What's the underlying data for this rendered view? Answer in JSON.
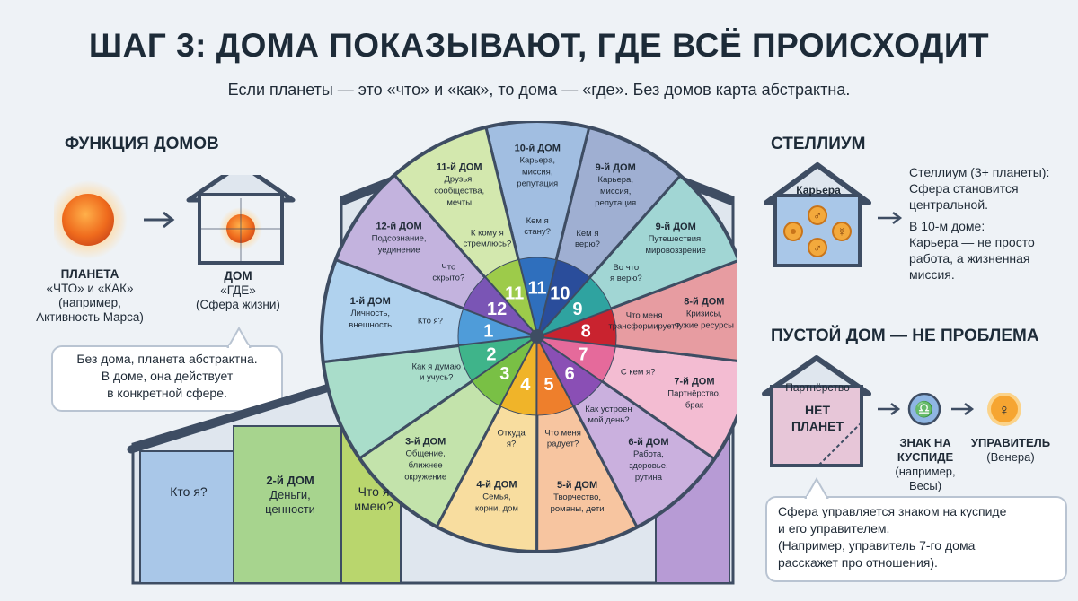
{
  "title": "ШАГ 3: ДОМА ПОКАЗЫВАЮТ, ГДЕ ВСЁ ПРОИСХОДИТ",
  "subtitle": "Если планеты — это «что» и «как», то дома — «где». Без домов карта абстрактна.",
  "left": {
    "heading": "ФУНКЦИЯ ДОМОВ",
    "planet_caption": [
      "ПЛАНЕТА",
      "«ЧТО» и «КАК»",
      "(например,",
      "Активность Марса)"
    ],
    "house_caption": [
      "ДОМ",
      "«ГДЕ»",
      "(Сфера жизни)"
    ],
    "bubble": [
      "Без дома, планета абстрактна.",
      "В доме, она действует",
      "в конкретной сфере."
    ]
  },
  "stellium": {
    "heading": "СТЕЛЛИУМ",
    "house_label": "Карьера",
    "text1": [
      "Стеллиум (3+ планеты):",
      "Сфера становится",
      "центральной."
    ],
    "text2": [
      "В 10-м доме:",
      "Карьера — не просто",
      "работа, а жизненная",
      "миссия."
    ]
  },
  "empty_house": {
    "heading": "ПУСТОЙ ДОМ — НЕ ПРОБЛЕМА",
    "house_label": "Партнёрство",
    "center_text": [
      "НЕТ",
      "ПЛАНЕТ"
    ],
    "sign_caption": [
      "ЗНАК НА",
      "КУСПИДЕ",
      "(например,",
      "Весы)"
    ],
    "ruler_caption": [
      "УПРАВИТЕЛЬ",
      "(Венера)"
    ],
    "bubble": [
      "Сфера управляется знаком на куспиде",
      "и его управителем.",
      "(Например, управитель 7-го дома",
      "расскажет про отношения)."
    ]
  },
  "bottom_rooms": [
    {
      "text": [
        "Кто я?"
      ]
    },
    {
      "text": [
        "2-й ДОМ",
        "Деньги,",
        "ценности"
      ]
    },
    {
      "text": [
        "Что я",
        "имею?"
      ]
    }
  ],
  "wheel": {
    "segments": [
      {
        "num": "1",
        "color": "#4f9cd9",
        "title": "1-й ДОМ",
        "desc": [
          "Личность,",
          "внешность"
        ],
        "question": [
          "Кто я?"
        ]
      },
      {
        "num": "2",
        "color": "#3fb48a",
        "title": "",
        "desc": [],
        "question": [
          "Как я думаю",
          "и учусь?"
        ]
      },
      {
        "num": "3",
        "color": "#79c045",
        "title": "3-й ДОМ",
        "desc": [
          "Общение,",
          "ближнее",
          "окружение"
        ],
        "question": []
      },
      {
        "num": "4",
        "color": "#f0b429",
        "title": "4-й ДОМ",
        "desc": [
          "Семья,",
          "корни, дом"
        ],
        "question": [
          "Откуда",
          "я?"
        ]
      },
      {
        "num": "5",
        "color": "#ee7f2c",
        "title": "5-й ДОМ",
        "desc": [
          "Творчество,",
          "романы, дети"
        ],
        "question": [
          "Что меня",
          "радует?"
        ]
      },
      {
        "num": "6",
        "color": "#8a4fb5",
        "title": "6-й ДОМ",
        "desc": [
          "Работа,",
          "здоровье,",
          "рутина"
        ],
        "question": [
          "Как устроен",
          "мой день?"
        ]
      },
      {
        "num": "7",
        "color": "#e56a9b",
        "title": "7-й ДОМ",
        "desc": [
          "Партнёрство,",
          "брак"
        ],
        "question": [
          "С кем я?"
        ]
      },
      {
        "num": "8",
        "color": "#c9232f",
        "title": "8-й ДОМ",
        "desc": [
          "Кризисы,",
          "чужие ресурсы"
        ],
        "question": [
          "Что меня",
          "трансформирует?"
        ]
      },
      {
        "num": "9",
        "color": "#2fa3a0",
        "title": "9-й ДОМ",
        "desc": [
          "Путешествия,",
          "мировоззрение"
        ],
        "question": [
          "Во что",
          "я верю?"
        ]
      },
      {
        "num": "10",
        "color": "#2a4d9b",
        "title": "9-й ДОМ",
        "desc": [
          "Карьера,",
          "миссия,",
          "репутация"
        ],
        "question": [
          "Кем я",
          "верю?"
        ]
      },
      {
        "num": "11",
        "color": "#2f6fbd",
        "title": "10-й ДОМ",
        "desc": [
          "Карьера,",
          "миссия,",
          "репутация"
        ],
        "question": [
          "Кем я",
          "стану?"
        ]
      },
      {
        "num": "11",
        "color": "#9dcb4a",
        "title": "11-й ДОМ",
        "desc": [
          "Друзья,",
          "сообщества,",
          "мечты"
        ],
        "question": [
          "К кому я",
          "стремлюсь?"
        ]
      },
      {
        "num": "12",
        "color": "#7a55b5",
        "title": "12-й ДОМ",
        "desc": [
          "Подсознание,",
          "уединение"
        ],
        "question": [
          "Что",
          "скрыто?"
        ]
      }
    ]
  },
  "colors": {
    "outline": "#3e4d63",
    "accent_arrow": "#3e4d63"
  }
}
